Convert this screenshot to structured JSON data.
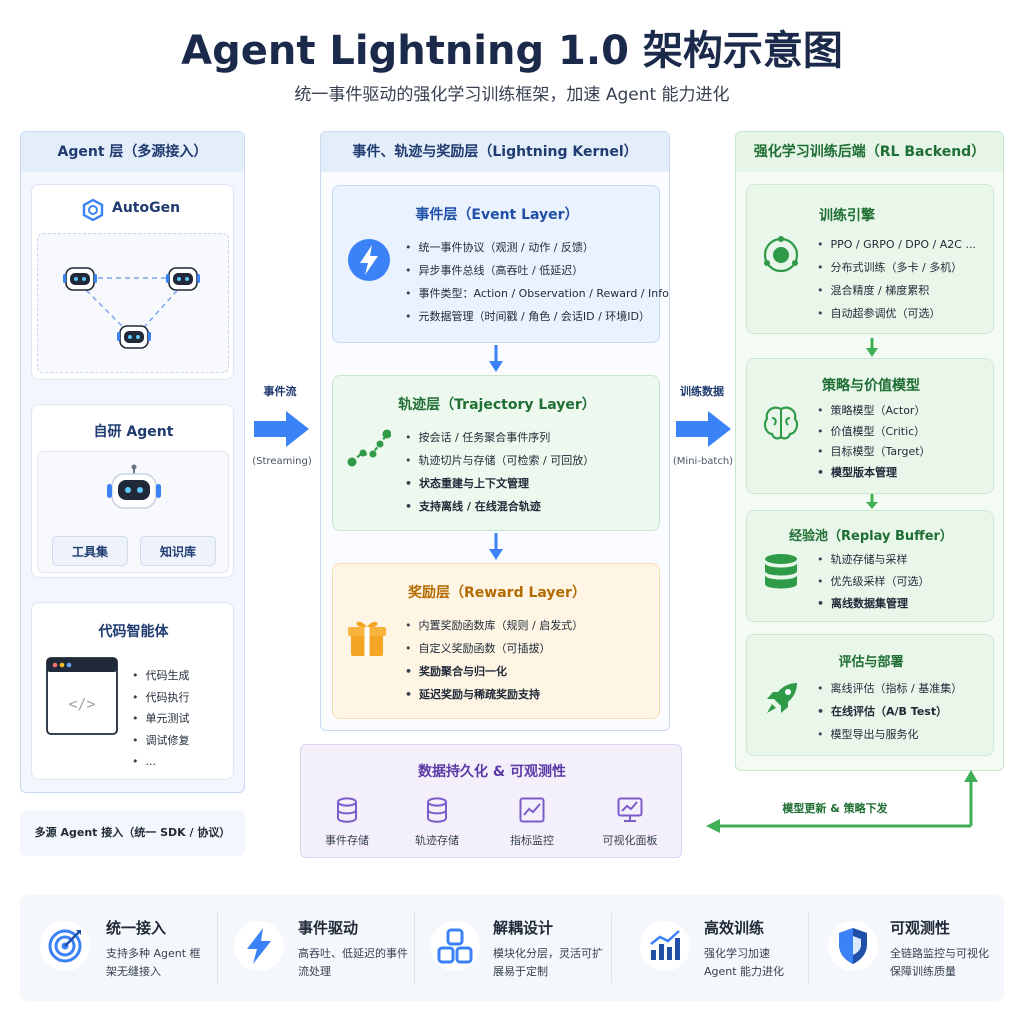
{
  "header": {
    "title": "Agent Lightning 1.0 架构示意图",
    "subtitle": "统一事件驱动的强化学习训练框架，加速 Agent 能力进化"
  },
  "agent": {
    "title": "Agent 层（多源接入）",
    "autogen": "AutoGen",
    "self_title": "自研 Agent",
    "chips": [
      "工具集",
      "知识库"
    ],
    "code_title": "代码智能体",
    "code_items": [
      "代码生成",
      "代码执行",
      "单元测试",
      "调试修复",
      "..."
    ],
    "footer": "多源 Agent 接入（统一 SDK / 协议）"
  },
  "flow1": {
    "label": "事件流",
    "sub": "(Streaming)"
  },
  "flow2": {
    "label": "训练数据",
    "sub": "(Mini-batch)"
  },
  "kernel": {
    "title": "事件、轨迹与奖励层（Lightning Kernel）",
    "event": {
      "title": "事件层（Event Layer）",
      "items": [
        "统一事件协议（观测 / 动作 / 反馈）",
        "异步事件总线（高吞吐 / 低延迟）",
        "事件类型：Action / Observation / Reward / Info",
        "元数据管理（时间戳 / 角色 / 会话ID / 环境ID）"
      ]
    },
    "traj": {
      "title": "轨迹层（Trajectory Layer）",
      "items": [
        "按会话 / 任务聚合事件序列",
        "轨迹切片与存储（可检索 / 可回放）",
        "状态重建与上下文管理",
        "支持离线 / 在线混合轨迹"
      ]
    },
    "reward": {
      "title": "奖励层（Reward Layer）",
      "items": [
        "内置奖励函数库（规则 / 启发式）",
        "自定义奖励函数（可插拔）",
        "奖励聚合与归一化",
        "延迟奖励与稀疏奖励支持"
      ]
    }
  },
  "persist": {
    "title": "数据持久化 & 可观测性",
    "items": [
      "事件存储",
      "轨迹存储",
      "指标监控",
      "可视化面板"
    ]
  },
  "rl": {
    "title": "强化学习训练后端（RL Backend）",
    "engine": {
      "title": "训练引擎",
      "items": [
        "PPO / GRPO / DPO / A2C ...",
        "分布式训练（多卡 / 多机）",
        "混合精度 / 梯度累积",
        "自动超参调优（可选）"
      ]
    },
    "policy": {
      "title": "策略与价值模型",
      "items": [
        "策略模型（Actor）",
        "价值模型（Critic）",
        "目标模型（Target）",
        "模型版本管理"
      ]
    },
    "replay": {
      "title": "经验池（Replay Buffer）",
      "items": [
        "轨迹存储与采样",
        "优先级采样（可选）",
        "离线数据集管理"
      ]
    },
    "deploy": {
      "title": "评估与部署",
      "items": [
        "离线评估（指标 / 基准集）",
        "在线评估（A/B Test）",
        "模型导出与服务化"
      ]
    }
  },
  "feedback": {
    "label": "模型更新 & 策略下发"
  },
  "features": [
    {
      "name": "统一接入",
      "desc": "支持多种 Agent 框架无缝接入"
    },
    {
      "name": "事件驱动",
      "desc": "高吞吐、低延迟的事件流处理"
    },
    {
      "name": "解耦设计",
      "desc": "模块化分层，灵活可扩展易于定制"
    },
    {
      "name": "高效训练",
      "desc": "强化学习加速 Agent 能力进化"
    },
    {
      "name": "可观测性",
      "desc": "全链路监控与可视化保障训练质量"
    }
  ],
  "colors": {
    "blue": "#3b82f6",
    "green": "#3fae55",
    "orange": "#f5a524",
    "purple": "#7c5cc9",
    "navy": "#1b2a4a"
  }
}
